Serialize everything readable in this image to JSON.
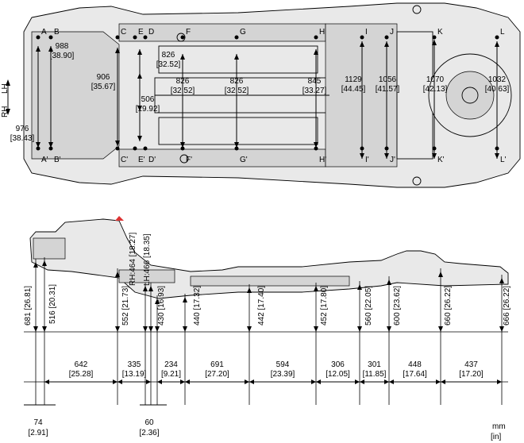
{
  "plan_view": {
    "direction": {
      "rh": "RH",
      "lh": "LH"
    },
    "point_labels_top": [
      "A",
      "B",
      "C",
      "D",
      "E",
      "F",
      "G",
      "H",
      "I",
      "J",
      "K",
      "L"
    ],
    "point_labels_bottom": [
      "A'",
      "B'",
      "C'",
      "D'",
      "E'",
      "F'",
      "G'",
      "H'",
      "I'",
      "J'",
      "K'",
      "L'"
    ],
    "dimensions": [
      {
        "mm": "976",
        "in": "[38.43]"
      },
      {
        "mm": "988",
        "in": "[38.90]"
      },
      {
        "mm": "906",
        "in": "[35.67]"
      },
      {
        "mm": "506",
        "in": "[19.92]"
      },
      {
        "mm": "826",
        "in": "[32.52]"
      },
      {
        "mm": "826",
        "in": "[32.52]"
      },
      {
        "mm": "826",
        "in": "[32.52]"
      },
      {
        "mm": "845",
        "in": "[33.27]"
      },
      {
        "mm": "1129",
        "in": "[44.45]"
      },
      {
        "mm": "1056",
        "in": "[41.57]"
      },
      {
        "mm": "1070",
        "in": "[42.13]"
      },
      {
        "mm": "1032",
        "in": "[40.63]"
      }
    ]
  },
  "side_view": {
    "heights": [
      {
        "label": "681 [26.81]"
      },
      {
        "label": "516 [20.31]"
      },
      {
        "label": "552 [21.73]"
      },
      {
        "label": "RH:464 [18.27]"
      },
      {
        "label": "LH:466 [18.35]"
      },
      {
        "label": "430 [16.93]"
      },
      {
        "label": "440 [17.32]"
      },
      {
        "label": "442 [17.40]"
      },
      {
        "label": "452 [17.80]"
      },
      {
        "label": "560 [22.05]"
      },
      {
        "label": "600 [23.62]"
      },
      {
        "label": "660 [26.22]"
      },
      {
        "label": "666 [26.22]"
      }
    ],
    "spacings": [
      {
        "mm": "642",
        "in": "[25.28]"
      },
      {
        "mm": "335",
        "in": "[13.19]"
      },
      {
        "mm": "234",
        "in": "[9.21]"
      },
      {
        "mm": "691",
        "in": "[27.20]"
      },
      {
        "mm": "594",
        "in": "[23.39]"
      },
      {
        "mm": "306",
        "in": "[12.05]"
      },
      {
        "mm": "301",
        "in": "[11.85]"
      },
      {
        "mm": "448",
        "in": "[17.64]"
      },
      {
        "mm": "437",
        "in": "[17.20]"
      }
    ],
    "bottom_dims": [
      {
        "mm": "74",
        "in": "[2.91]"
      },
      {
        "mm": "60",
        "in": "[2.36]"
      }
    ]
  },
  "units": {
    "mm": "mm",
    "in": "[in]"
  }
}
